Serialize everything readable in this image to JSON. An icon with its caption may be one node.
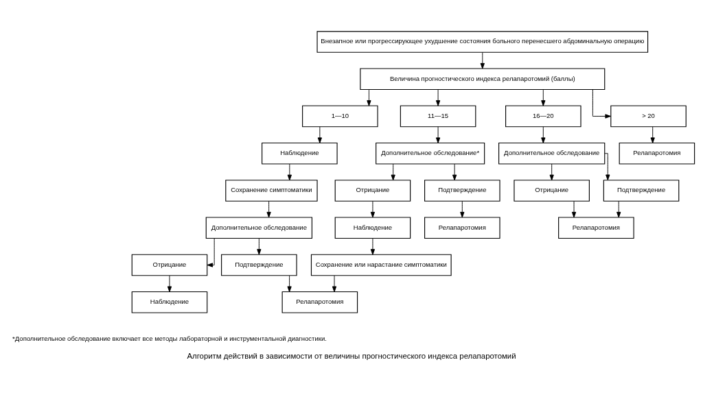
{
  "diagram": {
    "caption": "Алгоритм действий в зависимости от величины прогностического индекса релапаротомий",
    "nodes": [
      {
        "text": [
          "Внезапное или прогрессирующее ухудшение состояния больного перенесшего абдоминальную операцию"
        ]
      },
      {
        "text": [
          "Величина прогностического индекса релапаротомий (баллы)"
        ]
      },
      {
        "text": [
          "1—10"
        ]
      },
      {
        "text": [
          "11—15"
        ]
      },
      {
        "text": [
          "16—20"
        ]
      },
      {
        "text": [
          "> 20"
        ]
      },
      {
        "text": [
          "Наблюдение"
        ]
      },
      {
        "text": [
          "Дополнительное обследование*"
        ]
      },
      {
        "text": [
          "Дополнительное обследование"
        ]
      },
      {
        "text": [
          "Релапаротомия"
        ]
      },
      {
        "text": [
          "Сохранение симптоматики"
        ]
      },
      {
        "text": [
          "Отрицание"
        ]
      },
      {
        "text": [
          "Подтверждение"
        ]
      },
      {
        "text": [
          "Отрицание"
        ]
      },
      {
        "text": [
          "Подтверждение"
        ]
      },
      {
        "text": [
          "Дополнительное обследование"
        ]
      },
      {
        "text": [
          "Наблюдение"
        ]
      },
      {
        "text": [
          "Релапаротомия"
        ]
      },
      {
        "text": [
          "Релапаротомия"
        ]
      },
      {
        "text": [
          "Отрицание"
        ]
      },
      {
        "text": [
          "Подтверждение"
        ]
      },
      {
        "text": [
          "Сохранение или нарастание симптоматики"
        ]
      },
      {
        "text": [
          "Наблюдение"
        ]
      },
      {
        "text": [
          "Релапаротомия"
        ]
      }
    ],
    "edges": [
      {
        "from": 0,
        "to": 1,
        "arrow": "to"
      },
      {
        "from": 1,
        "to": 2,
        "arrow": "to"
      },
      {
        "from": 1,
        "to": 3,
        "arrow": "to"
      },
      {
        "from": 1,
        "to": 4,
        "arrow": "to"
      },
      {
        "from": 1,
        "to": 5,
        "arrow": "to"
      },
      {
        "from": 2,
        "to": 6,
        "arrow": "to"
      },
      {
        "from": 6,
        "to": 10,
        "arrow": "to"
      },
      {
        "from": 10,
        "to": 15,
        "arrow": "to"
      },
      {
        "from": 15,
        "to": 19,
        "arrow": "to"
      },
      {
        "from": 19,
        "to": 22,
        "arrow": "to"
      },
      {
        "from": 15,
        "to": 20,
        "arrow": "to"
      },
      {
        "from": 20,
        "to": 23,
        "arrow": "to"
      },
      {
        "from": 3,
        "to": 7,
        "arrow": "to"
      },
      {
        "from": 7,
        "to": 11,
        "arrow": "to"
      },
      {
        "from": 7,
        "to": 12,
        "arrow": "to"
      },
      {
        "from": 11,
        "to": 16,
        "arrow": "to"
      },
      {
        "from": 16,
        "to": 21,
        "arrow": "to"
      },
      {
        "from": 21,
        "to": 23,
        "arrow": "to"
      },
      {
        "from": 12,
        "to": 17,
        "arrow": "to"
      },
      {
        "from": 4,
        "to": 8,
        "arrow": "to"
      },
      {
        "from": 8,
        "to": 13,
        "arrow": "to"
      },
      {
        "from": 8,
        "to": 14,
        "arrow": "to"
      },
      {
        "from": 13,
        "to": 18,
        "arrow": "to"
      },
      {
        "from": 14,
        "to": 18,
        "arrow": "to"
      },
      {
        "from": 5,
        "to": 9,
        "arrow": "to"
      }
    ],
    "labels": [
      "*Дополнительное обследование включает все методы лабораторной и инструментальной диагностики."
    ]
  }
}
